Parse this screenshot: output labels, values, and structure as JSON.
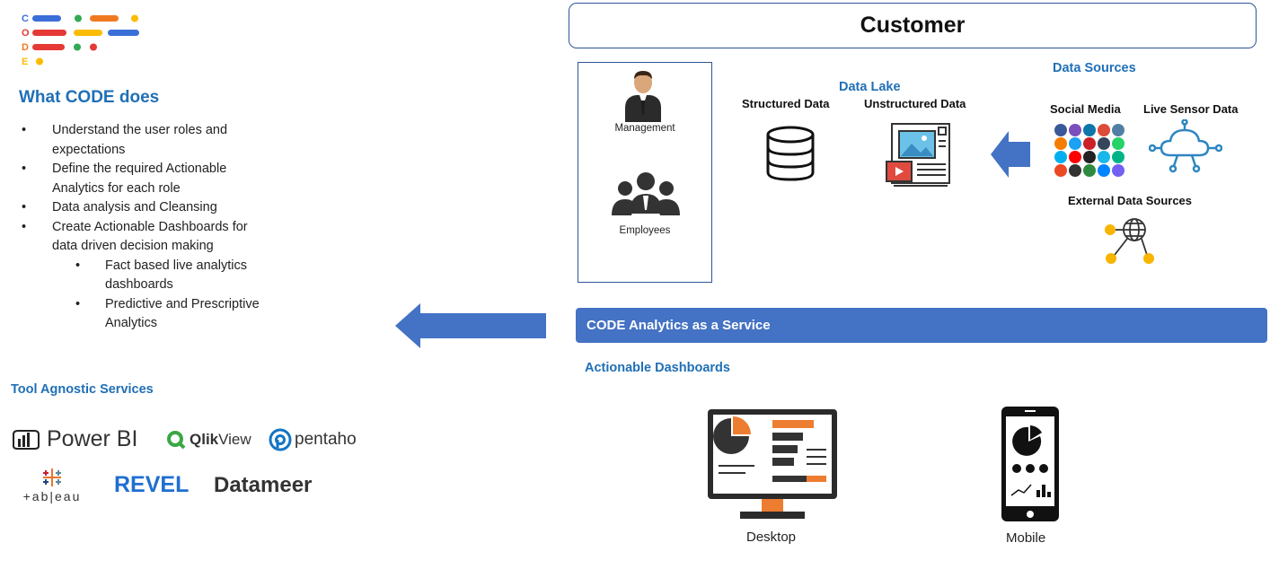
{
  "logo": {
    "letters": [
      "C",
      "O",
      "D",
      "E"
    ],
    "colors": {
      "blue": "#3b6fd8",
      "green": "#34a853",
      "orange": "#f07a22",
      "yellow": "#fbbc05",
      "red": "#e53935"
    }
  },
  "left": {
    "heading": "What CODE does",
    "bullets": [
      {
        "text": "Understand the user roles and",
        "level": 1
      },
      {
        "text": "expectations",
        "level": 1,
        "continuation": true
      },
      {
        "text": "Define the required Actionable",
        "level": 1
      },
      {
        "text": "Analytics for each role",
        "level": 1,
        "continuation": true
      },
      {
        "text": "Data analysis and Cleansing",
        "level": 1
      },
      {
        "text": "Create Actionable Dashboards for",
        "level": 1
      },
      {
        "text": "data driven decision making",
        "level": 1,
        "continuation": true
      },
      {
        "text": "Fact based live analytics",
        "level": 2
      },
      {
        "text": "dashboards",
        "level": 2,
        "continuation": true
      },
      {
        "text": "Predictive and Prescriptive",
        "level": 2
      },
      {
        "text": "Analytics",
        "level": 2,
        "continuation": true
      }
    ],
    "tools_heading": "Tool Agnostic Services",
    "tools": {
      "powerbi": "Power BI",
      "qlikview_q": "Qlik",
      "qlikview_v": "View",
      "pentaho": "pentaho",
      "tableau": "+ab|eau",
      "revel": "REVEL",
      "datameer": "Datameer"
    }
  },
  "right": {
    "customer": "Customer",
    "roles": {
      "management": "Management",
      "employees": "Employees"
    },
    "data_lake": {
      "title": "Data Lake",
      "structured": "Structured Data",
      "unstructured": "Unstructured Data"
    },
    "data_sources": {
      "title": "Data Sources",
      "social": "Social Media",
      "sensor": "Live Sensor Data",
      "external": "External Data Sources"
    },
    "service_bar": "CODE Analytics as a Service",
    "dashboards_title": "Actionable Dashboards",
    "desktop": "Desktop",
    "mobile": "Mobile"
  },
  "colors": {
    "accent_blue": "#1f6fb6",
    "bar_blue": "#4472c4",
    "orange": "#ed7d31"
  }
}
